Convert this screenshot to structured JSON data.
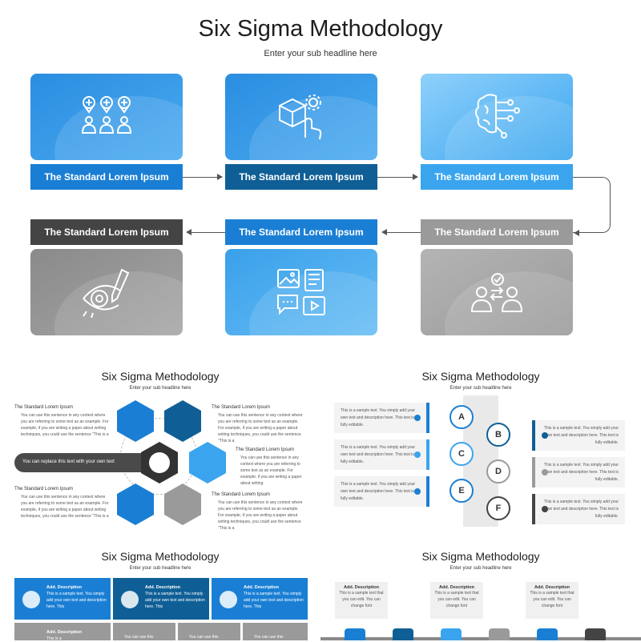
{
  "header": {
    "title": "Six Sigma Methodology",
    "subtitle": "Enter your sub headline here"
  },
  "steps": [
    {
      "label": "The Standard Lorem Ipsum",
      "icon": "add-users-icon"
    },
    {
      "label": "The Standard Lorem Ipsum",
      "icon": "box-gear-click-icon"
    },
    {
      "label": "The Standard Lorem Ipsum",
      "icon": "brain-circuit-icon"
    },
    {
      "label": "The Standard Lorem Ipsum",
      "icon": "people-exchange-icon"
    },
    {
      "label": "The Standard Lorem Ipsum",
      "icon": "media-content-icon"
    },
    {
      "label": "The Standard Lorem Ipsum",
      "icon": "eye-pencil-icon"
    }
  ],
  "colors": {
    "blue": "#1a7fd4",
    "navy": "#0f5f96",
    "light_blue": "#3aa5ee",
    "gray": "#9a9a9a",
    "dark_gray": "#444444"
  },
  "thumbs": {
    "t1": {
      "title": "Six Sigma Methodology",
      "subtitle": "Enter your sub headline here",
      "left_top_head": "The Standard Lorem Ipsum",
      "left_top_text": "You can use this sentence in any context where you are referring to some text as an example. For example, if you are writing a paper about writing techniques, you could use the sentence \"This is a",
      "right_top_head": "The Standard Lorem Ipsum",
      "right_top_text": "You can use this sentence in any context where you are referring to some text as an example. For example, if you are writing a paper about writing techniques, you could use the sentence \"This is a",
      "right_mid_head": "The Standard Lorem Ipsum",
      "right_mid_text": "You can use this sentence in any context where you are referring to some text as an example. For example, if you are writing a paper about writing",
      "center_pill": "You can replace this text with your own text",
      "left_bot_head": "The Standard Lorem Ipsum",
      "left_bot_text": "You can use this sentence in any context where you are referring to some text as an example. For example, if you are writing a paper about writing techniques, you could use the sentence \"This is a",
      "right_bot_head": "The Standard Lorem Ipsum",
      "right_bot_text": "You can use this sentence in any context where you are referring to some text as an example. For example, if you are writing a paper about writing techniques, you could use the sentence \"This is a"
    },
    "t2": {
      "title": "Six Sigma Methodology",
      "subtitle": "Enter your sub headline here",
      "letters": [
        "A",
        "B",
        "C",
        "D",
        "E",
        "F"
      ],
      "sample": "This is a sample text. You simply add your own text and description here. This text is fully editable."
    },
    "t3": {
      "title": "Six Sigma Methodology",
      "subtitle": "Enter your sub headline here",
      "tile_head": "Add. Description",
      "tile_text": "This is a sample text. You simply add your own text and description here. This",
      "gray_head": "Add. Description",
      "gray_text": "This is a",
      "you_can": "You can use this"
    },
    "t4": {
      "title": "Six Sigma Methodology",
      "subtitle": "Enter your sub headline here",
      "head": "Add. Description",
      "text": "This is a sample text that you can edit. You can change font"
    }
  }
}
